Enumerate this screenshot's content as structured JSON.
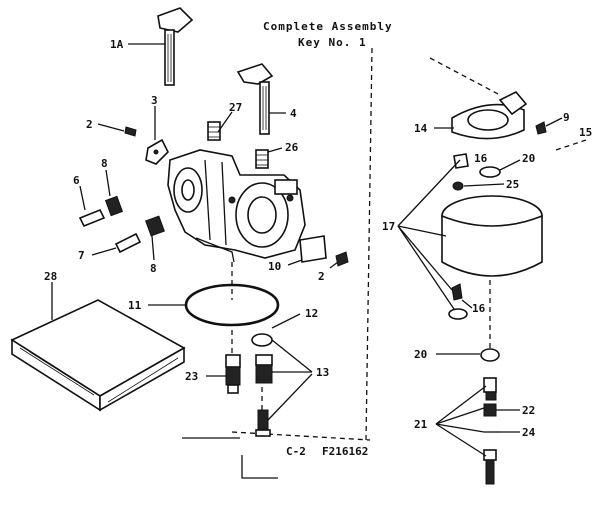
{
  "title_line1": "Complete Assembly",
  "title_line2": "Key No. 1",
  "footer_code": "C-2",
  "footer_figure": "F216162",
  "labels": {
    "l_1a": "1A",
    "l_2a": "2",
    "l_2b": "2",
    "l_3": "3",
    "l_4": "4",
    "l_6": "6",
    "l_7": "7",
    "l_8a": "8",
    "l_8b": "8",
    "l_9": "9",
    "l_10": "10",
    "l_11": "11",
    "l_12": "12",
    "l_13": "13",
    "l_14": "14",
    "l_15": "15",
    "l_16a": "16",
    "l_16b": "16",
    "l_17": "17",
    "l_20a": "20",
    "l_20b": "20",
    "l_21": "21",
    "l_22": "22",
    "l_23": "23",
    "l_24": "24",
    "l_25": "25",
    "l_26": "26",
    "l_27": "27",
    "l_28": "28"
  }
}
